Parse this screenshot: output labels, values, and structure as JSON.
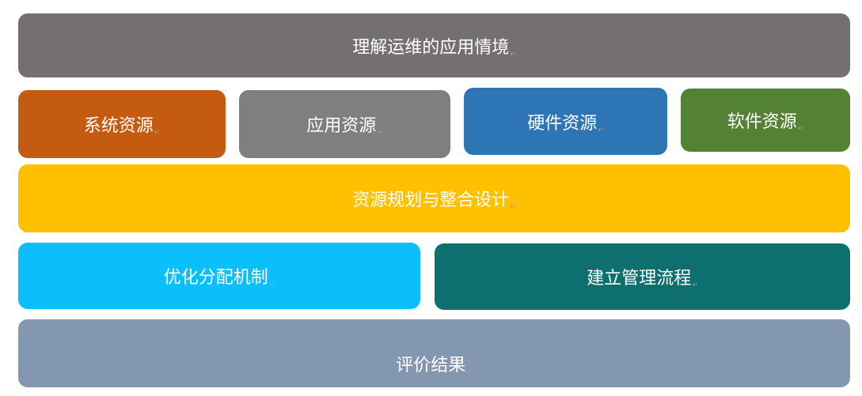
{
  "title_box": {
    "label": "理解运维的应用情境",
    "color": "#747070"
  },
  "resources": [
    {
      "label": "系统资源",
      "color": "#C55A11"
    },
    {
      "label": "应用资源",
      "color": "#7F7F7F"
    },
    {
      "label": "硬件资源",
      "color": "#2E75B6"
    },
    {
      "label": "软件资源",
      "color": "#548235"
    }
  ],
  "planning_box": {
    "label": "资源规划与整合设计",
    "color": "#FFC000"
  },
  "mechanisms": [
    {
      "label": "优化分配机制",
      "color": "#0BBFFD"
    },
    {
      "label": "建立管理流程",
      "color": "#0E706E"
    }
  ],
  "result_box": {
    "label": "评价结果",
    "color": "#8497B0"
  }
}
